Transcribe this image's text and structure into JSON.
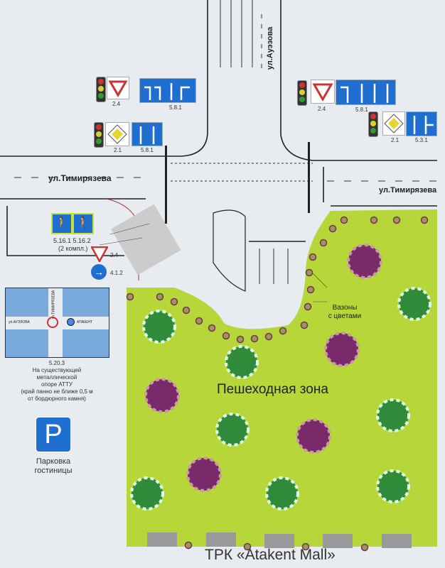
{
  "streets": {
    "timiryazeva_left": "ул.Тимирязева",
    "timiryazeva_right": "ул.Тимирязева",
    "auezova": "ул.Ауэзова"
  },
  "signs": {
    "top_left": {
      "yield": "2.4",
      "lanes": "5.8.1"
    },
    "mid_left": {
      "priority": "2.1",
      "lanes": "5.8.1"
    },
    "top_right": {
      "yield": "2.4",
      "lanes": "5.8.1"
    },
    "mid_right": {
      "priority": "2.1",
      "lanes": "5.3.1"
    },
    "crosswalk": {
      "code1": "5.16.1",
      "code2": "5.16.2",
      "qty": "(2 компл.)"
    },
    "corner": {
      "yield": "2.4",
      "round": "4.1.2"
    }
  },
  "inset_map": {
    "street_h": "ул.АУЭЗОВА",
    "street_v": "ул.ТИМИРЯЗЕВА",
    "atakent": "АТАКЕНТ",
    "code": "5.20.3",
    "note_lines": [
      "На существующей",
      "металлической",
      "опоре АТТУ",
      "(край панно не ближе 0,5 м",
      "от бордюрного камня)"
    ]
  },
  "parking": {
    "letter": "P",
    "line1": "Парковка",
    "line2": "гостиницы"
  },
  "zone": {
    "title": "Пешеходная зона",
    "vases_line1": "Вазоны",
    "vases_line2": "с цветами"
  },
  "mall": "ТРК «Atakent Mall»",
  "colors": {
    "grass": "#b6d63a",
    "sign_blue": "#1f6fd1",
    "road_line": "#222222",
    "tree_green": "#2f8a3a",
    "tree_purple": "#7a2a6a"
  }
}
